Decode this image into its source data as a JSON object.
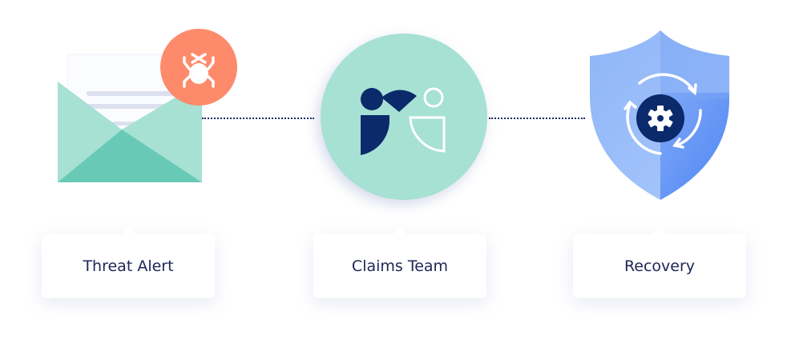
{
  "steps": [
    {
      "label": "Threat Alert",
      "icon": "envelope-bug-icon"
    },
    {
      "label": "Claims Team",
      "icon": "team-people-icon"
    },
    {
      "label": "Recovery",
      "icon": "shield-gear-icon"
    }
  ],
  "colors": {
    "navy": "#0a2a6b",
    "teal_light": "#a6e1d4",
    "teal_dark": "#68c9b6",
    "coral": "#fd8a6a",
    "shield_blue": "#6e9ef7",
    "text": "#1e2456"
  }
}
